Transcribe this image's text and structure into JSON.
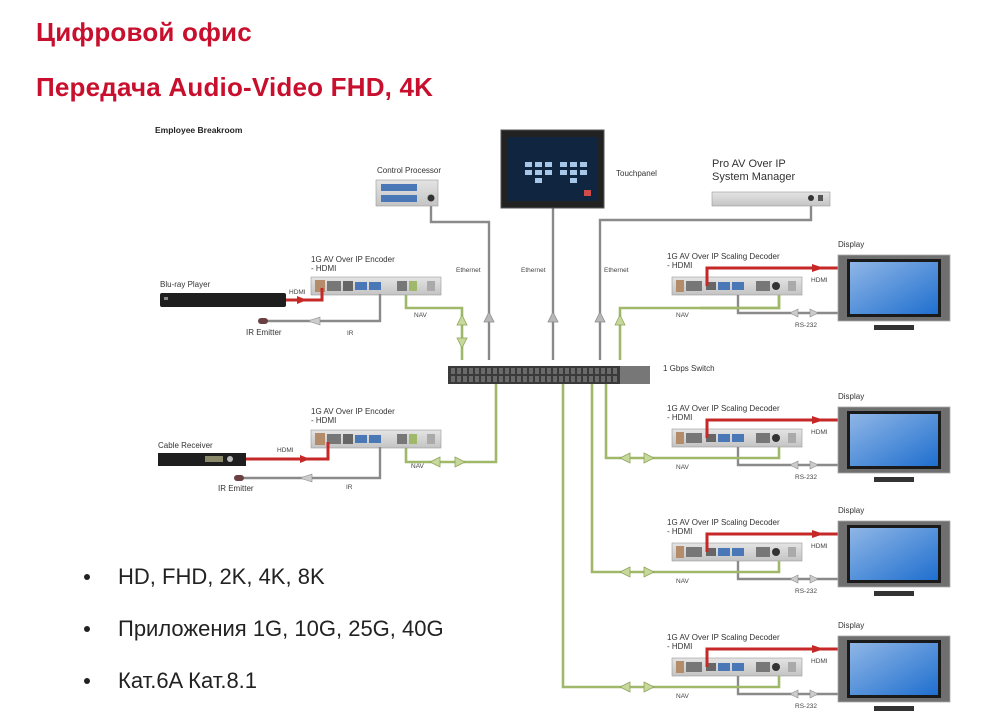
{
  "header": {
    "title": "Цифровой офис",
    "subtitle": "Передача Audio-Video FHD, 4K"
  },
  "diagram": {
    "room_label": "Employee Breakroom",
    "devices": {
      "control_processor": "Control Processor",
      "touchpanel": "Touchpanel",
      "system_manager_line1": "Pro AV Over IP",
      "system_manager_line2": "System Manager",
      "switch": "1 Gbps Switch",
      "bluray": "Blu-ray Player",
      "cable_receiver": "Cable Receiver",
      "ir_emitter": "IR Emitter",
      "encoder_line1": "1G AV Over IP Encoder",
      "encoder_line2": "- HDMI",
      "decoder_line1": "1G AV Over IP Scaling Decoder",
      "decoder_line2": "- HDMI",
      "display": "Display"
    },
    "cables": {
      "hdmi": "HDMI",
      "ir": "IR",
      "nav": "NAV",
      "ethernet": "Ethernet",
      "rs232": "RS-232"
    },
    "colors": {
      "hdmi": "#c62828",
      "nav": "#9fb86a",
      "ethernet": "#8a8a8a",
      "screen": "#3d7fcf"
    }
  },
  "bullets": [
    "HD, FHD, 2K, 4K, 8K",
    "Приложения 1G, 10G, 25G, 40G",
    "Кат.6A Кат.8.1"
  ]
}
